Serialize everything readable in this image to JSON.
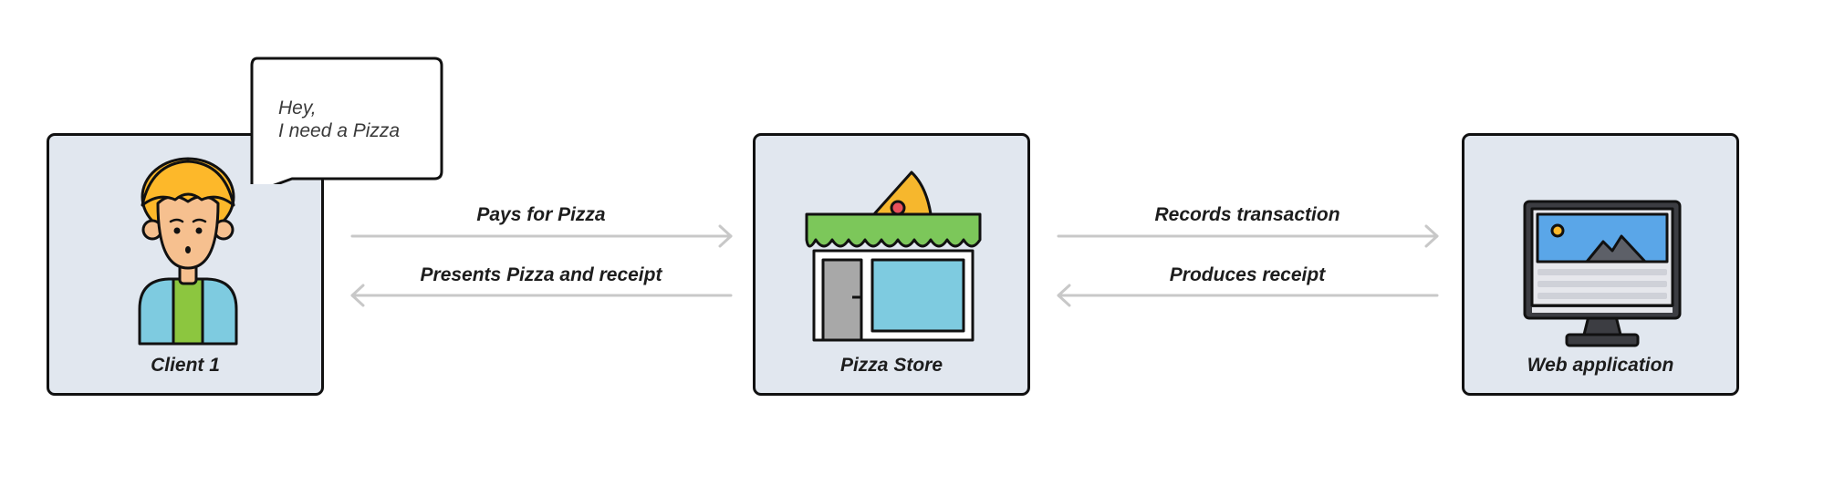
{
  "bubble": {
    "line1": "Hey,",
    "line2": "I need a Pizza"
  },
  "nodes": {
    "client": {
      "label": "Client 1"
    },
    "store": {
      "label": "Pizza Store"
    },
    "web": {
      "label": "Web application"
    }
  },
  "edges": [
    {
      "from": "client",
      "to": "store",
      "label": "Pays for Pizza"
    },
    {
      "from": "store",
      "to": "client",
      "label": "Presents Pizza and receipt"
    },
    {
      "from": "store",
      "to": "web",
      "label": "Records transaction"
    },
    {
      "from": "web",
      "to": "store",
      "label": "Produces receipt"
    }
  ],
  "colors": {
    "node_fill": "#e1e7ef",
    "outline": "#111111",
    "arrow": "#c8c8c8",
    "hair": "#fdb82a",
    "skin": "#f6c08f",
    "shirt_green": "#8cc63f",
    "shirt_blue": "#7ecbe0",
    "awning": "#7cc75a",
    "screen": "#5aa6e8"
  }
}
